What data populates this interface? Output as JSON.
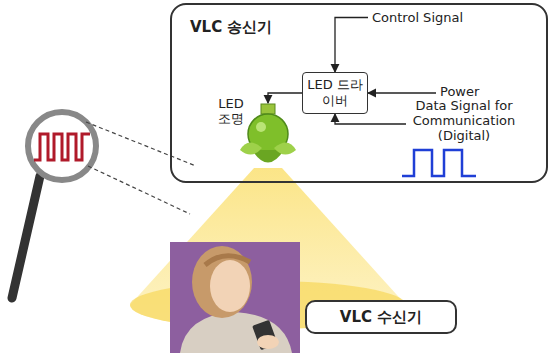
{
  "diagram": {
    "nodes": [
      {
        "text": [
          "VLC 송신기"
        ]
      },
      {
        "text": [
          "LED 드라이버"
        ],
        "in": 0
      },
      {
        "text": [
          "VLC 수신기"
        ]
      }
    ],
    "labels": [
      "Control Signal",
      "Power",
      "Data Signal for Communication (Digital)",
      "LED 조명"
    ]
  }
}
